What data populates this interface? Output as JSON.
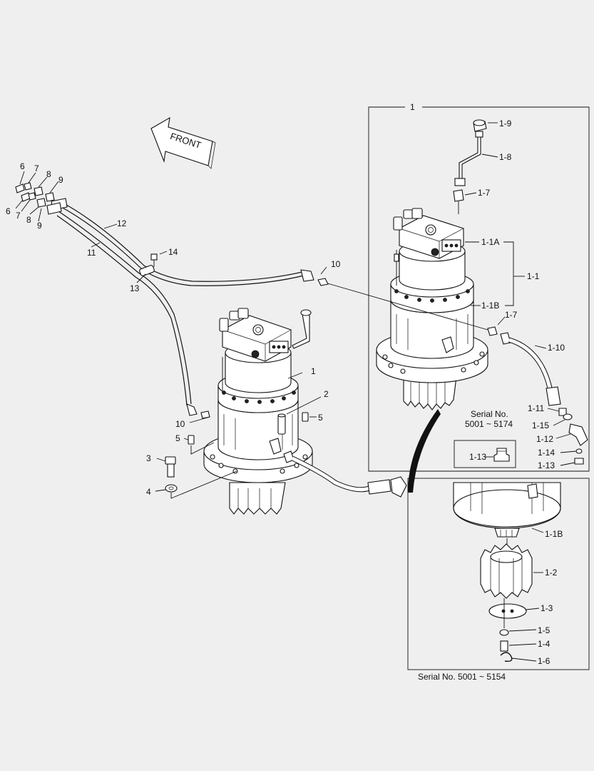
{
  "front_arrow": {
    "text": "FRONT"
  },
  "labels": {
    "l_1": "1",
    "l_2": "2",
    "l_3": "3",
    "l_4": "4",
    "l_5a": "5",
    "l_5b": "5",
    "l_6a": "6",
    "l_6b": "6",
    "l_7a": "7",
    "l_7b": "7",
    "l_8a": "8",
    "l_8b": "8",
    "l_9a": "9",
    "l_9b": "9",
    "l_10a": "10",
    "l_10b": "10",
    "l_11": "11",
    "l_12": "12",
    "l_13": "13",
    "l_14": "14",
    "l_box1": "1",
    "l_1_9": "1-9",
    "l_1_8": "1-8",
    "l_1_7a": "1-7",
    "l_1_7b": "1-7",
    "l_1_1A": "1-1A",
    "l_1_1": "1-1",
    "l_1_1B": "1-1B",
    "l_1_10": "1-10",
    "l_1_11": "1-11",
    "l_1_15": "1-15",
    "l_1_12": "1-12",
    "l_1_14": "1-14",
    "l_1_13a": "1-13",
    "l_1_13b": "1-13",
    "l_1_1B_lower": "1-1B",
    "l_1_2": "1-2",
    "l_1_3": "1-3",
    "l_1_5": "1-5",
    "l_1_4": "1-4",
    "l_1_6": "1-6"
  },
  "serial_inset": {
    "line1": "Serial No.",
    "line2": "5001 ~ 5174"
  },
  "serial_bottom": "Serial No. 5001 ~ 5154"
}
